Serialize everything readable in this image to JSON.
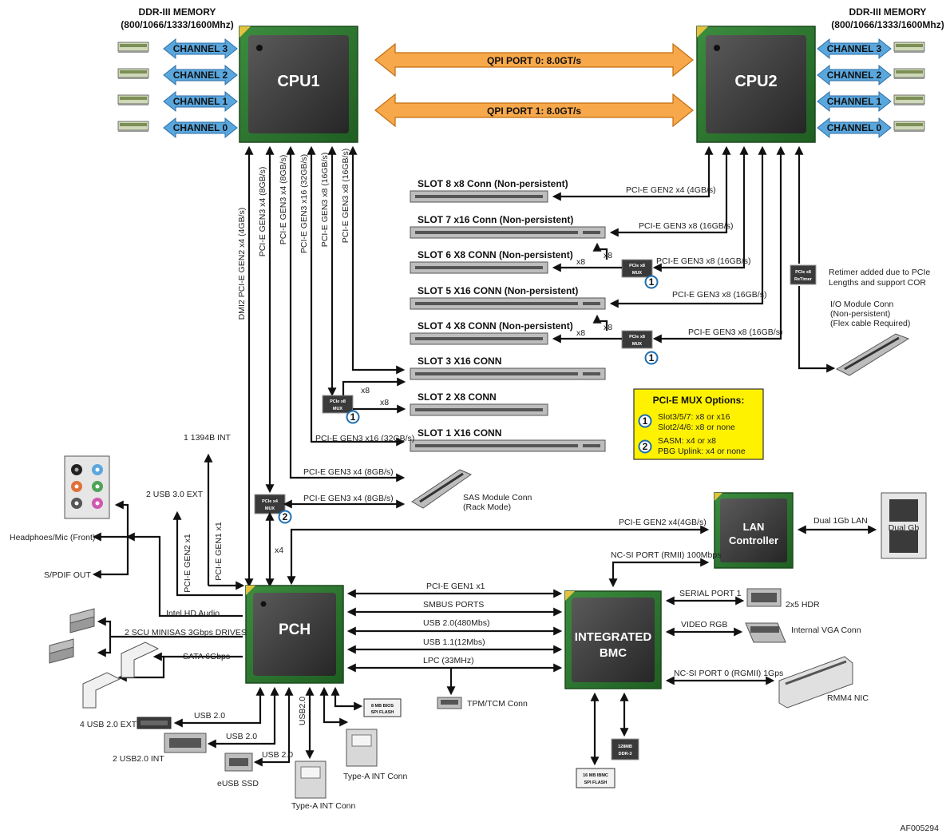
{
  "memory": {
    "left_title": "DDR-III MEMORY",
    "left_speeds": "(800/1066/1333/1600Mhz)",
    "right_title": "DDR-III MEMORY",
    "right_speeds": "(800/1066/1333/1600Mhz)",
    "channels": [
      "CHANNEL 3",
      "CHANNEL 2",
      "CHANNEL 1",
      "CHANNEL 0"
    ]
  },
  "chips": {
    "cpu1": "CPU1",
    "cpu2": "CPU2",
    "pch": "PCH",
    "lan_line1": "LAN",
    "lan_line2": "Controller",
    "bmc_line1": "INTEGRATED",
    "bmc_line2": "BMC"
  },
  "qpi": [
    "QPI PORT 0: 8.0GT/s",
    "QPI PORT 1: 8.0GT/s"
  ],
  "cpu1_links": [
    "DMI2 PCI-E GEN2 x4 (4GB/s)",
    "PCI-E GEN3 x4 (8GB/s)",
    "PCI-E GEN3 x4 (8GB/s)",
    "PCI-E GEN3 x16 (32GB/s)",
    "PCI-E GEN3 x8 (16GB/s)",
    "PCI-E GEN3 x8 (16GB/s)"
  ],
  "slots": [
    {
      "title": "SLOT 8 x8 Conn (Non-persistent)",
      "link": "PCI-E GEN2 x4 (4GB/s)"
    },
    {
      "title": "SLOT 7 x16 Conn (Non-persistent)",
      "link": "PCI-E GEN3 x8 (16GB/s)"
    },
    {
      "title": "SLOT 6 X8 CONN (Non-persistent)",
      "link": "PCI-E GEN3 x8 (16GB/s)"
    },
    {
      "title": "SLOT 5 X16 CONN (Non-persistent)",
      "link": "PCI-E GEN3 x8 (16GB/s)"
    },
    {
      "title": "SLOT 4 X8 CONN (Non-persistent)",
      "link": "PCI-E GEN3 x8 (16GB/s)"
    },
    {
      "title": "SLOT 3 X16 CONN",
      "link": ""
    },
    {
      "title": "SLOT 2 X8 CONN",
      "link": ""
    },
    {
      "title": "SLOT 1 X16 CONN",
      "link": "PCI-E GEN3 x16 (32GB/s)"
    }
  ],
  "mux": {
    "x8_line1": "PCIe x8",
    "x8_line2": "MUX",
    "x4_line1": "PCIe x4",
    "x4_line2": "MUX",
    "retimer_line1": "PCIe x8",
    "retimer_line2": "ReTimer",
    "lane_x8": "x8",
    "lane_x4": "x4",
    "num1": "1",
    "num2": "2"
  },
  "retimer_note": [
    "Retimer added due to PCIe",
    "Lengths and support COR"
  ],
  "io_module": [
    "I/O Module Conn",
    "(Non-persistent)",
    "(Flex cable Required)"
  ],
  "mux_options": {
    "title": "PCI-E MUX Options:",
    "opt1": [
      "Slot3/5/7: x8 or x16",
      "Slot2/4/6: x8 or none"
    ],
    "opt2": [
      "SASM: x4 or x8",
      "PBG Uplink: x4 or none"
    ]
  },
  "sas": {
    "link1": "PCI-E GEN3 x4 (8GB/s)",
    "link2": "PCI-E GEN3 x4 (8GB/s)",
    "label": [
      "SAS Module Conn",
      "(Rack Mode)"
    ]
  },
  "lan": {
    "link": "PCI-E GEN2 x4(4GB/s)",
    "dual_link": "Dual 1Gb LAN",
    "port_label": "Dual Gb",
    "ncsi": "NC-SI PORT (RMII) 100Mbps"
  },
  "pch_left": {
    "ieee1394": "1 1394B INT",
    "usb3": "2 USB 3.0 EXT",
    "pcie_gen2": "PCI-E GEN2 x1",
    "pcie_gen1": "PCI-E GEN1 x1",
    "headphones": "Headphoes/Mic (Front)",
    "spdif": "S/PDIF OUT",
    "hd_audio": "Intel HD Audio",
    "minisas": "2 SCU MINISAS 3Gbps DRIVES",
    "sata": "SATA 6Gbps"
  },
  "pch_bottom": {
    "usb_ext": "4 USB 2.0 EXT",
    "usb_ext_link": "USB 2.0",
    "usb_int": "2 USB2.0 INT",
    "usb_int_link": "USB 2.0",
    "eusb": "eUSB SSD",
    "eusb_link": "USB 2.0",
    "usb_vert": "USB2.0",
    "type_a_1": "Type-A INT Conn",
    "type_a_2": "Type-A INT Conn",
    "bios_line1": "8 MB BIOS",
    "bios_line2": "SPI FLASH"
  },
  "pch_bmc_buses": [
    "PCI-E GEN1 x1",
    "SMBUS PORTS",
    "USB 2.0(480Mbs)",
    "USB 1.1(12Mbs)",
    "LPC (33MHz)"
  ],
  "tpm": "TPM/TCM Conn",
  "bmc_right": {
    "serial": "SERIAL PORT 1",
    "hdr": "2x5 HDR",
    "video": "VIDEO RGB",
    "vga": "Internal VGA Conn",
    "ncsi0": "NC-SI PORT 0 (RGMII) 1Gps",
    "rmm4": "RMM4 NIC",
    "ddr_line1": "128MB",
    "ddr_line2": "DDR-3",
    "flash_line1": "16 MB IBMC",
    "flash_line2": "SPI FLASH"
  },
  "doc_id": "AF005294",
  "colors": {
    "chip_green": "#2e7d32",
    "chip_dark": "#3a3a3a",
    "qpi_orange": "#f7a84a",
    "channel_blue": "#5aa7de",
    "note_yellow": "#fff200",
    "slot_gray": "#bdbdbd"
  }
}
